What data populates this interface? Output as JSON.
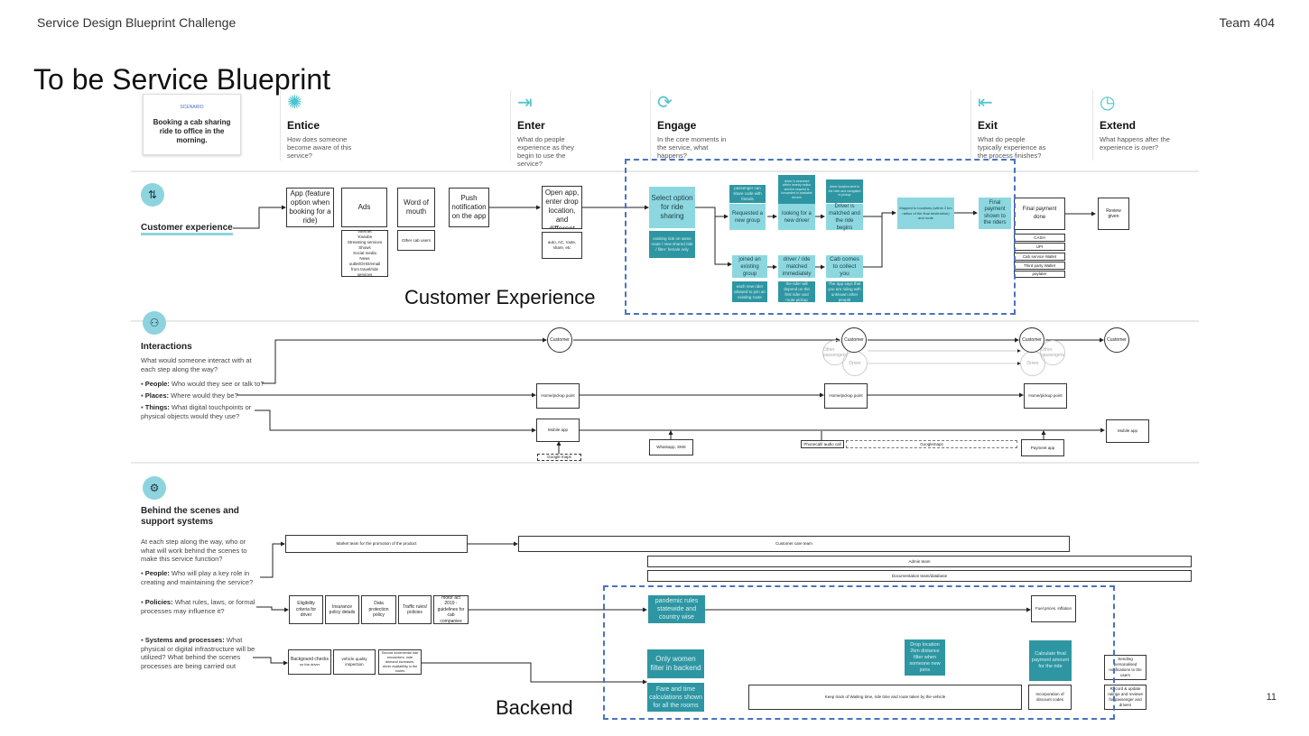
{
  "header": {
    "left": "Service Design Blueprint Challenge",
    "right": "Team 404"
  },
  "page_title": "To be Service Blueprint",
  "page_number": "11",
  "scenario": {
    "label": "SCENARIO",
    "text": "Booking a cab sharing ride to office in the morning."
  },
  "phases": [
    {
      "name": "Entice",
      "icon": "alert-burst-icon",
      "glyph": "✺",
      "desc": "How does someone become aware of this service?"
    },
    {
      "name": "Enter",
      "icon": "enter-icon",
      "glyph": "⇥",
      "desc": "What do people experience as they begin to use the service?"
    },
    {
      "name": "Engage",
      "icon": "cycle-icon",
      "glyph": "⟳",
      "desc": "In the core moments in the service, what happens?"
    },
    {
      "name": "Exit",
      "icon": "exit-icon",
      "glyph": "⇤",
      "desc": "What do people typically experience as the process finishes?"
    },
    {
      "name": "Extend",
      "icon": "clock-icon",
      "glyph": "◷",
      "desc": "What happens after the experience is over?"
    }
  ],
  "customer_experience": {
    "lane_label": "Customer experience",
    "overlay_label": "Customer Experience",
    "entice": [
      {
        "title": "App (feature option when booking for a ride)"
      },
      {
        "title": "Ads",
        "detail": "Internet\nYoutube\nStreaming services\nShows\nSocial media\nNews outlet/OHO/email\nfrom travel/ride services"
      },
      {
        "title": "Word of mouth",
        "detail": "Other cab users"
      },
      {
        "title": "Push notification on the app"
      }
    ],
    "enter": {
      "title": "Open app, enter drop location, and different options are",
      "detail": "auto, AC, route, share, etc"
    },
    "engage": {
      "select": {
        "title": "Select option for ride sharing",
        "detail": "existing ride on same route / new shared ride / filter: female only"
      },
      "top_path": [
        {
          "title": "Requested a new group",
          "note": "passenger can share code with friends"
        },
        {
          "title": "looking for a new driver",
          "note": "driver is searched within nearby radius and the request is forwarded to available drivers"
        },
        {
          "title": "Driver is matched and the ride begins",
          "note": "driver location sent to the rider and navigated to pickup"
        }
      ],
      "bottom_path": [
        {
          "title": "joined an existing group",
          "note": "each new rider allowed to join an existing route"
        },
        {
          "title": "driver / ride matched immediately",
          "note": "the rider will depend on the first rider and route pickup"
        },
        {
          "title": "Cab comes to collect you",
          "note": "The app says that you are riding with unknown other people"
        }
      ],
      "merge": "Mapped to locations (within 2 km radius of the final destination) and route",
      "final": "Final payment shown to the riders"
    },
    "exit": {
      "title": "Final payment done",
      "methods": [
        "CASH",
        "UPI",
        "Cab service Wallet",
        "Third party Wallet",
        "paylater"
      ]
    },
    "extend": {
      "title": "Review given"
    }
  },
  "interactions": {
    "title": "Interactions",
    "desc": "What would someone interact with at each step along the way?",
    "bullets": [
      {
        "bold": "People:",
        "text": " Who would they see or talk to?"
      },
      {
        "bold": "Places:",
        "text": " Where would they be?"
      },
      {
        "bold": "Things:",
        "text": " What digital touchpoints or physical objects would they use?"
      }
    ],
    "people": {
      "customer": "Customer",
      "other": "Other passengers",
      "driver": "Driver"
    },
    "places": [
      "Home/pickup point",
      "Home/pickup point",
      "Home/pickup point"
    ],
    "things": {
      "mobile_app_1": "Mobile app",
      "google_maps": "Google maps",
      "whatsapp": "Whatsapp, SMS",
      "phonecall": "Phonecall/ audio call",
      "google_maps_2": "Googlemaps",
      "payment_app": "Payment app",
      "mobile_app_2": "Mobile app"
    }
  },
  "backstage": {
    "title": "Behind the scenes and support systems",
    "desc": "At each step along the way, who or what will work behind the scenes to make this service function?",
    "overlay_label": "Backend",
    "bullets": [
      {
        "bold": "People:",
        "text": " Who will play a key role in creating and maintaining the service?"
      },
      {
        "bold": "Policies:",
        "text": " What rules, laws, or formal processes may influence it?"
      },
      {
        "bold": "Systems and processes:",
        "text": " What physical or digital infrastructure will be utilized? What behind the scenes processes are being carried out"
      }
    ],
    "people": {
      "market": "Market team for the promotion of the product",
      "customer_care": "Customer care team",
      "admin": "Admin team",
      "documentation": "Documentation team/database"
    },
    "policies": [
      "Eligibility criteria for driver",
      "Insurance policy details",
      "Data protection policy",
      "Traffic rules/ policies",
      "motor act 2019 - guidelines for cab companies"
    ],
    "policy_teal": "pandemic rules statewide and country wise",
    "fuel": "Fuel prices, inflation",
    "systems": [
      {
        "title": "Backgound checks",
        "sub": "on the driver"
      },
      {
        "title": "vehicle quality inspection"
      },
      {
        "title": "Record incremental ride encounters, note demand increases, driver availability in the routes"
      }
    ],
    "only_women": "Only women filter in backend",
    "fare_calc": "Fare and time calculations shown for all the rooms",
    "track": "Keep track of Waiting time, ride time and route taken by the vehicle",
    "drop_filter": "Drop location 2km distance filter when someone new joins",
    "calc_final": "Calculate final payment amount for the ride",
    "discount": "Incorporation of discount codes",
    "notify": "Sending personalised notifications to the users",
    "ratings": "Record & update ratings and reviews for passenger and drivers"
  }
}
